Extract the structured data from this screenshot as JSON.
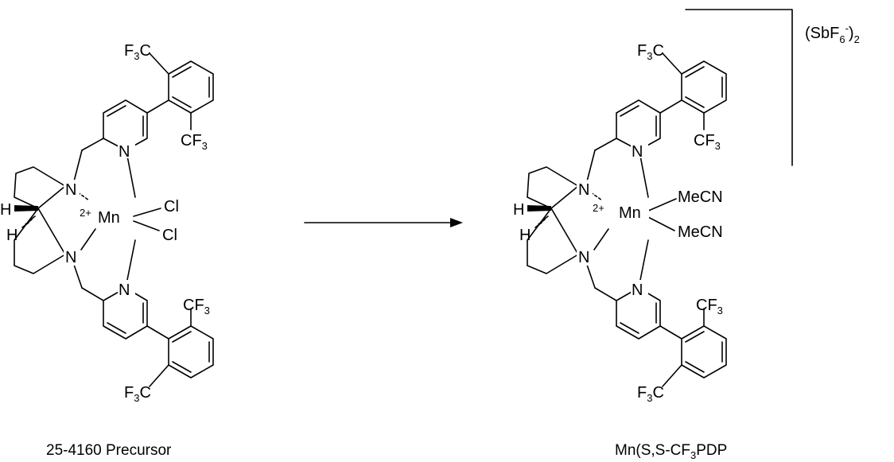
{
  "colors": {
    "ink": "#000000",
    "background": "#ffffff"
  },
  "reactant": {
    "caption": "25-4160 Precursor",
    "metal": "Mn",
    "charge": "2+",
    "nitrogen": "N",
    "hydrogen": "H",
    "chloride_1": "Cl",
    "chloride_2": "Cl",
    "cf3_group": {
      "main": "CF",
      "sub": "3"
    },
    "f3c_group": {
      "main": "F",
      "sub": "3",
      "tail": "C"
    }
  },
  "product": {
    "caption": "Mn(S,S-CF",
    "caption_sub": "3",
    "caption_tail": "PDP",
    "metal": "Mn",
    "charge": "2+",
    "nitrogen": "N",
    "hydrogen": "H",
    "ligand_1": "MeCN",
    "ligand_2": "MeCN",
    "cf3_group": {
      "main": "CF",
      "sub": "3"
    },
    "f3c_group": {
      "main": "F",
      "sub": "3",
      "tail": "C"
    },
    "counterion": {
      "open": "(SbF",
      "sub1": "6",
      "sup": "-",
      "close": ")",
      "sub2": "2"
    }
  },
  "arrow": {
    "direction": "right"
  }
}
